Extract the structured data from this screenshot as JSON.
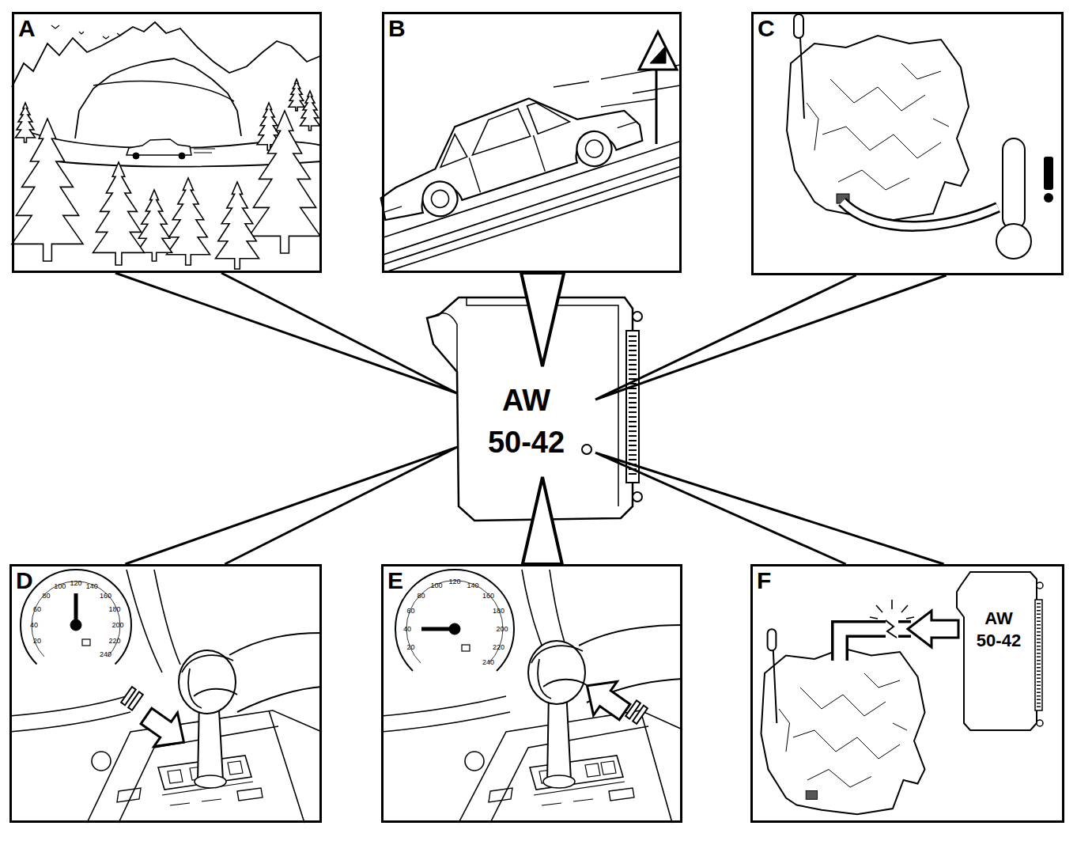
{
  "diagram": {
    "nodes": [
      {
        "text": [
          "A"
        ]
      },
      {
        "text": [
          "B"
        ]
      },
      {
        "text": [
          "C"
        ]
      },
      {
        "text": [
          "AW 50-42"
        ]
      },
      {
        "text": [
          "D"
        ]
      },
      {
        "text": [
          "E"
        ]
      },
      {
        "text": [
          "F"
        ]
      },
      {
        "text": [
          "AW 50-42"
        ],
        "in": 6
      }
    ],
    "edges": [
      {
        "from": 0,
        "to": 3,
        "arrow": "to"
      },
      {
        "from": 1,
        "to": 3,
        "arrow": "to"
      },
      {
        "from": 2,
        "to": 3,
        "arrow": "to"
      },
      {
        "from": 4,
        "to": 3,
        "arrow": "to"
      },
      {
        "from": 5,
        "to": 3,
        "arrow": "to"
      },
      {
        "from": 6,
        "to": 3,
        "arrow": "to"
      }
    ],
    "labels": [
      "20",
      "40",
      "60",
      "80",
      "100",
      "120",
      "140",
      "160",
      "180",
      "200",
      "220",
      "240",
      "20",
      "40",
      "60",
      "80",
      "100",
      "120",
      "140",
      "160",
      "180",
      "200",
      "220",
      "240"
    ]
  }
}
